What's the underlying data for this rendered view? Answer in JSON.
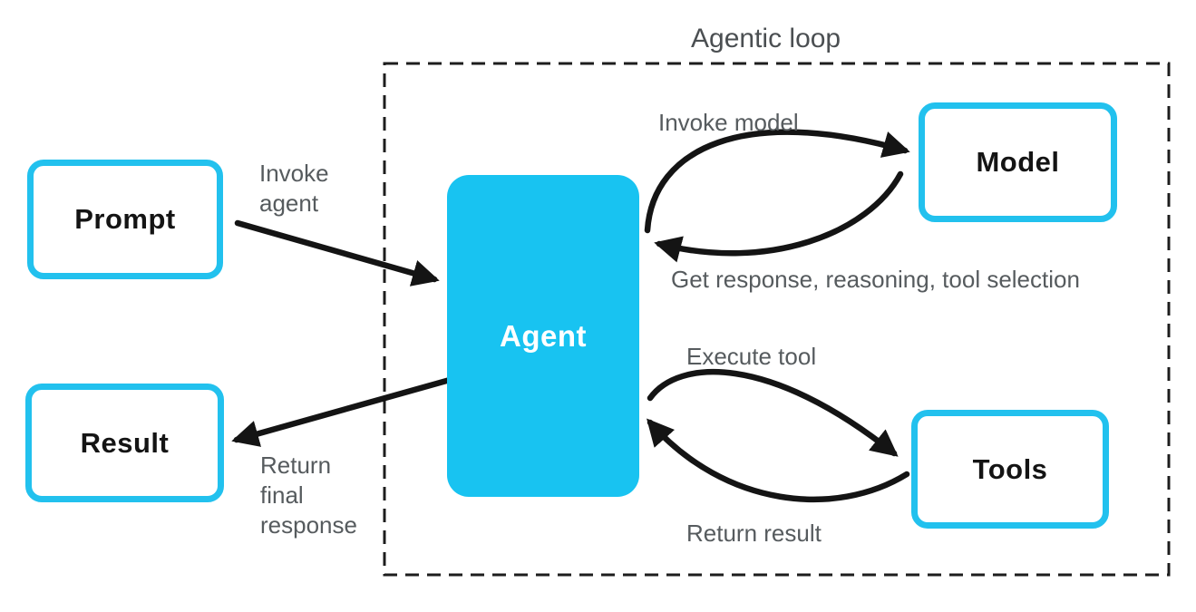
{
  "title": "Agentic loop",
  "colors": {
    "accent_cyan": "#22c1ee",
    "agent_fill": "#18c3f1",
    "arrow_black": "#141414",
    "label_gray": "#565b5e"
  },
  "nodes": {
    "prompt": {
      "label": "Prompt"
    },
    "agent": {
      "label": "Agent"
    },
    "model": {
      "label": "Model"
    },
    "tools": {
      "label": "Tools"
    },
    "result": {
      "label": "Result"
    }
  },
  "edges": {
    "invoke_agent": {
      "label": "Invoke agent",
      "from": "Prompt",
      "to": "Agent"
    },
    "invoke_model": {
      "label": "Invoke model",
      "from": "Agent",
      "to": "Model"
    },
    "get_response": {
      "label": "Get response, reasoning, tool selection",
      "from": "Model",
      "to": "Agent"
    },
    "execute_tool": {
      "label": "Execute tool",
      "from": "Agent",
      "to": "Tools"
    },
    "return_result": {
      "label": "Return result",
      "from": "Tools",
      "to": "Agent"
    },
    "return_final": {
      "label": "Return final response",
      "from": "Agent",
      "to": "Result"
    }
  }
}
